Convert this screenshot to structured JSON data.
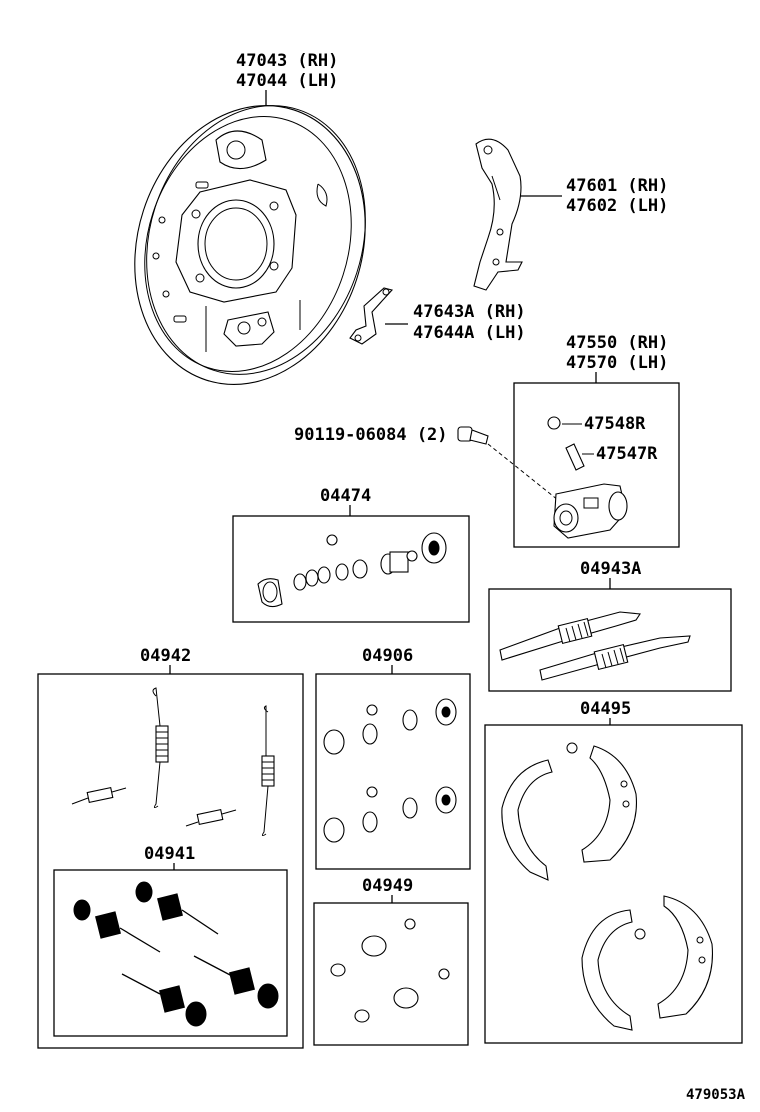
{
  "parts": {
    "backing_plate": {
      "rh": "47043 (RH)",
      "lh": "47044 (LH)"
    },
    "lever": {
      "rh": "47601 (RH)",
      "lh": "47602 (LH)"
    },
    "bracket": {
      "rh": "47643A (RH)",
      "lh": "47644A (LH)"
    },
    "wheel_cylinder": {
      "rh": "47550 (RH)",
      "lh": "47570 (LH)"
    },
    "cap": "47548R",
    "bleeder": "47547R",
    "bolt": "90119-06084 (2)",
    "cylinder_kit": "04474",
    "adjuster_kit": "04943A",
    "spring_kit": "04942",
    "cup_kit": "04906",
    "shoe_set": "04495",
    "hold_down_kit": "04941",
    "boot_kit": "04949"
  },
  "figure_code": "479053A"
}
